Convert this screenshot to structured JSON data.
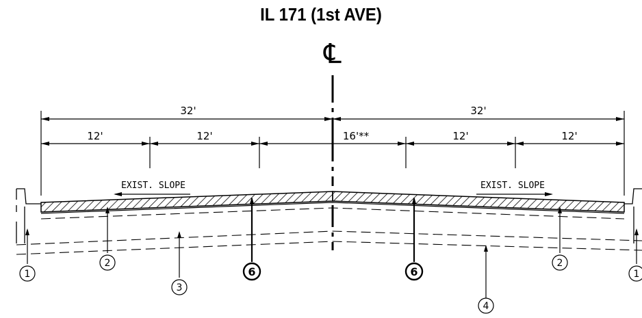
{
  "title": "IL 171 (1st AVE)",
  "centerline_symbol": "℄",
  "dimensions": {
    "left_total": "32'",
    "right_total": "32'",
    "left_lane_1": "12'",
    "left_lane_2": "12'",
    "center_lane": "16'**",
    "right_lane_1": "12'",
    "right_lane_2": "12'"
  },
  "notes": {
    "left_slope": "EXIST. SLOPE",
    "right_slope": "EXIST. SLOPE"
  },
  "callouts": {
    "c1_left": "1",
    "c2_left": "2",
    "c3": "3",
    "c6_left": "6",
    "c6_right": "6",
    "c4": "4",
    "c2_right": "2",
    "c1_right": "1"
  }
}
